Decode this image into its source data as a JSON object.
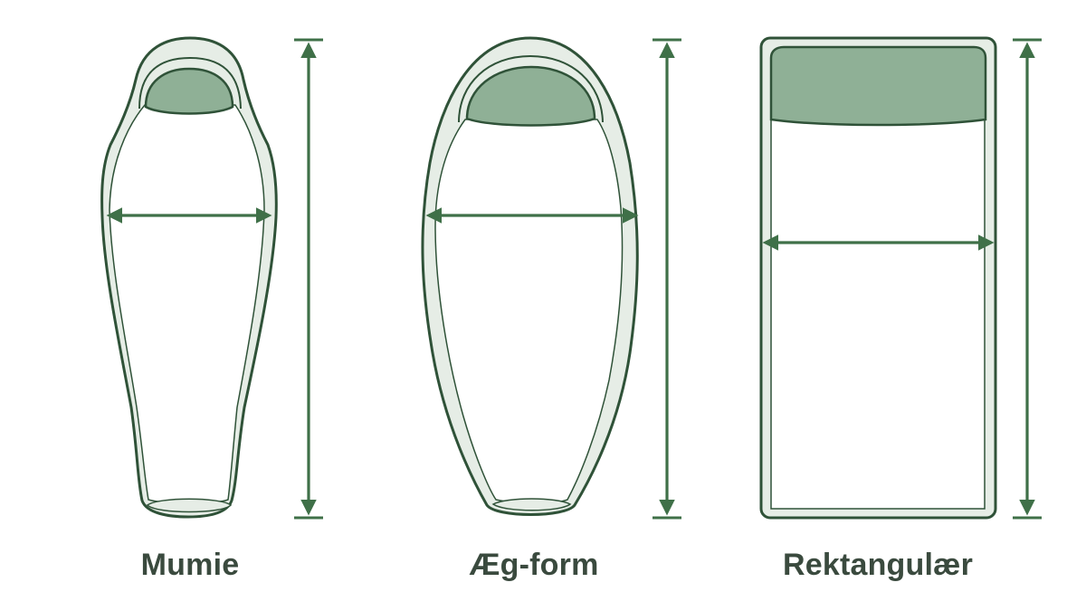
{
  "labels": {
    "mummy": "Mumie",
    "egg": "Æg-form",
    "rect": "Rektangulær"
  },
  "colors": {
    "outline": "#2f5238",
    "fill_light": "#e6ede6",
    "fill_inner": "#ffffff",
    "hood": "#8fb096",
    "arrow": "#3f7048",
    "text": "#3a4a3e"
  }
}
